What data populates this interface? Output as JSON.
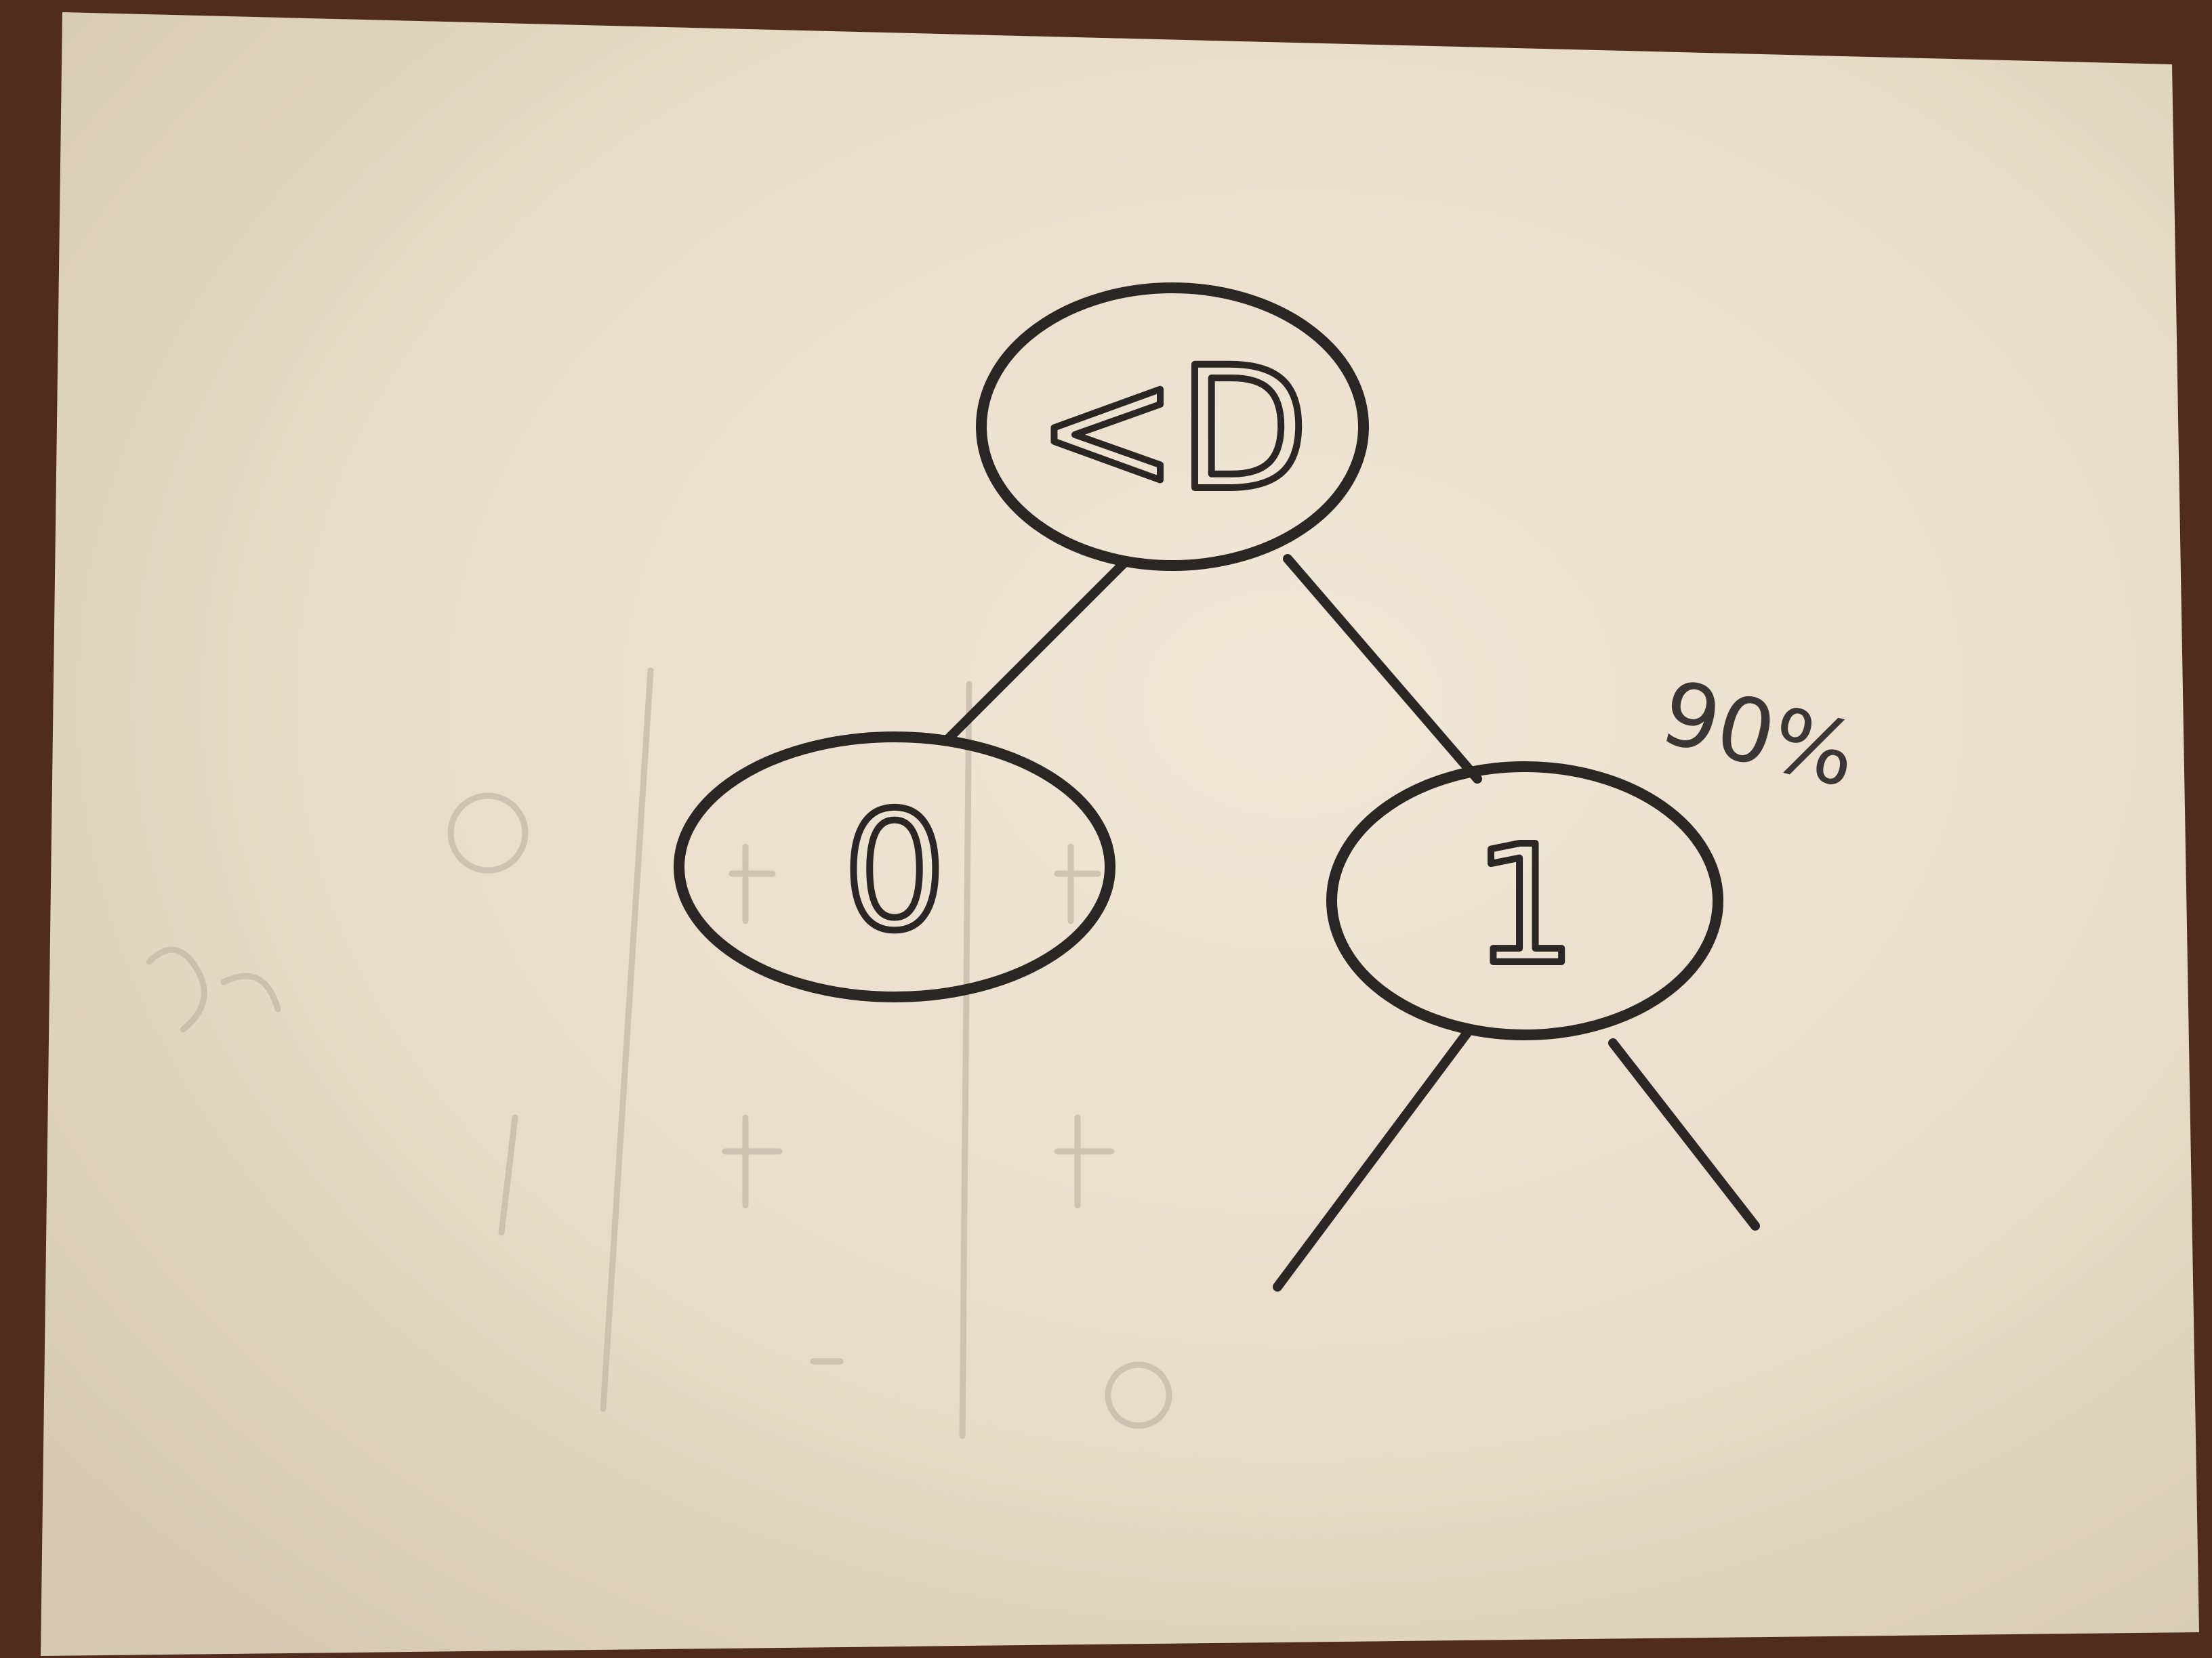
{
  "diagram": {
    "type": "tree",
    "root": {
      "label": "<D",
      "children": [
        {
          "label": "0",
          "children": []
        },
        {
          "label": "1",
          "annotation": "90%",
          "children": [
            {
              "label": ""
            },
            {
              "label": ""
            }
          ]
        }
      ]
    }
  },
  "colors": {
    "background": "#4a2a1c",
    "paper": "#ece2d1",
    "ink": "#2a2624",
    "faint_ink": "#bdb3a2"
  }
}
